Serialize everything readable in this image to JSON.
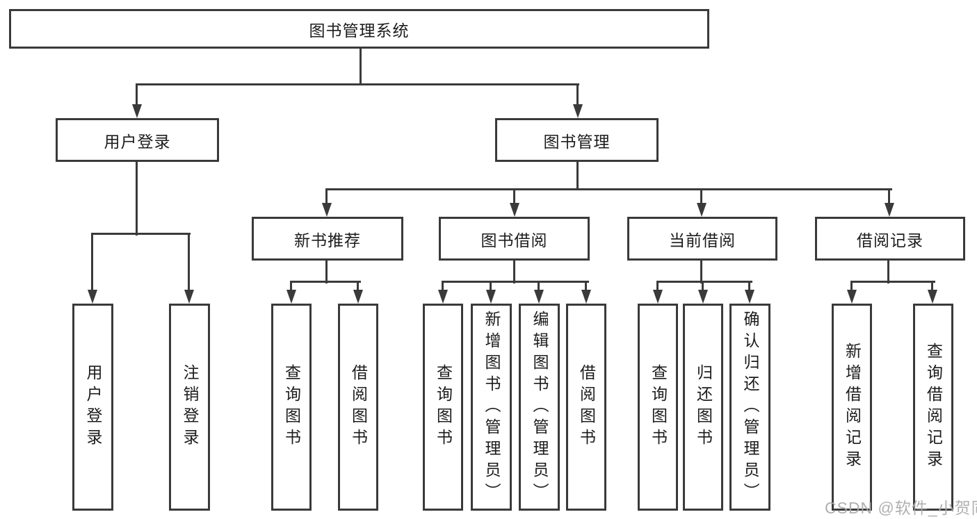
{
  "colors": {
    "line": "#3a3a3a",
    "text": "#1c1c1c",
    "watermark": "#aaaaaa",
    "background": "#ffffff"
  },
  "root": {
    "label": "图书管理系统"
  },
  "user_login": {
    "label": "用户登录",
    "children": [
      {
        "label": "用户登录"
      },
      {
        "label": "注销登录"
      }
    ]
  },
  "book_mgmt": {
    "label": "图书管理",
    "children": [
      {
        "label": "新书推荐",
        "children": [
          {
            "label": "查询图书"
          },
          {
            "label": "借阅图书"
          }
        ]
      },
      {
        "label": "图书借阅",
        "children": [
          {
            "label": "查询图书"
          },
          {
            "label": "新增图书（管理员）"
          },
          {
            "label": "编辑图书（管理员）"
          },
          {
            "label": "借阅图书"
          }
        ]
      },
      {
        "label": "当前借阅",
        "children": [
          {
            "label": "查询图书"
          },
          {
            "label": "归还图书"
          },
          {
            "label": "确认归还（管理员）"
          }
        ]
      },
      {
        "label": "借阅记录",
        "children": [
          {
            "label": "新增借阅记录"
          },
          {
            "label": "查询借阅记录"
          }
        ]
      }
    ]
  },
  "watermark": "CSDN @软件_小贺同学"
}
